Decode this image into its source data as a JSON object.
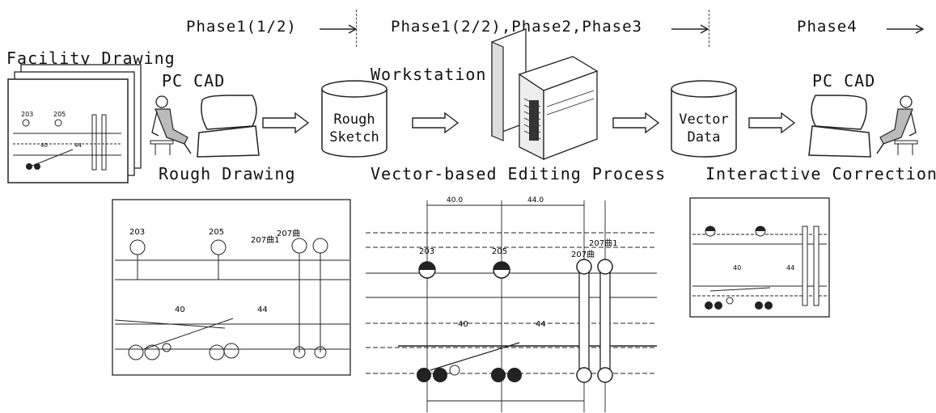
{
  "phases": {
    "p1": "Phase1(1/2)",
    "p2": "Phase1(2/2),Phase2,Phase3",
    "p3": "Phase4"
  },
  "labels": {
    "facility_drawing": "Facility Drawing",
    "pc_cad_left": "PC CAD",
    "workstation": "Workstation",
    "pc_cad_right": "PC CAD",
    "rough_drawing": "Rough Drawing",
    "vector_editing": "Vector-based Editing Process",
    "interactive_correction": "Interactive Correction"
  },
  "cylinders": {
    "rough_sketch": [
      "Rough",
      "Sketch"
    ],
    "vector_data": [
      "Vector",
      "Data"
    ]
  },
  "drawing_labels": {
    "d203": "203",
    "d205": "205",
    "d207": "207曲",
    "d2071": "207曲1",
    "v40": "40",
    "v44": "44",
    "dim40": "40.0",
    "dim44": "44.0"
  }
}
